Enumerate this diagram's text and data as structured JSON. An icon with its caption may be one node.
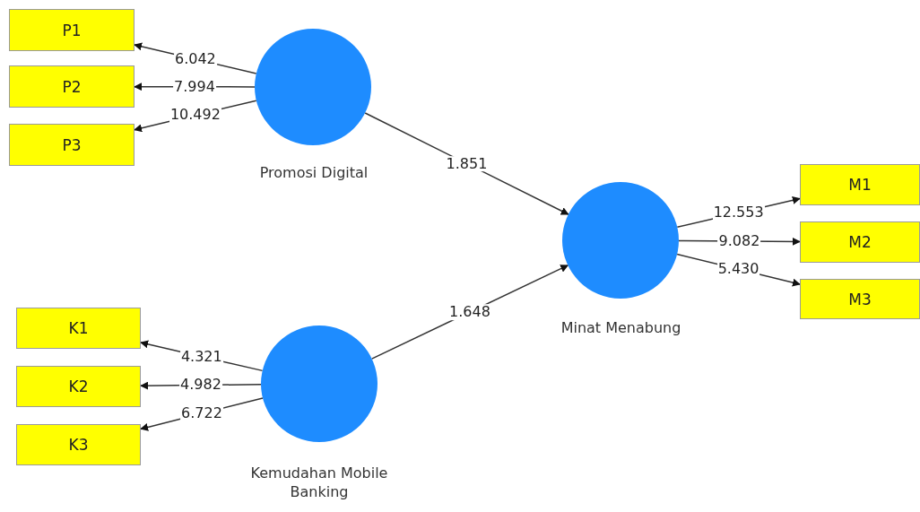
{
  "diagram": {
    "nodes": [
      {
        "text": [
          "P1"
        ]
      },
      {
        "text": [
          "P2"
        ]
      },
      {
        "text": [
          "P3"
        ]
      },
      {
        "text": [
          "Promosi Digital"
        ]
      },
      {
        "text": [
          "M1"
        ]
      },
      {
        "text": [
          "M2"
        ]
      },
      {
        "text": [
          "M3"
        ]
      },
      {
        "text": [
          "Minat Menabung"
        ]
      },
      {
        "text": [
          "K1"
        ]
      },
      {
        "text": [
          "K2"
        ]
      },
      {
        "text": [
          "K3"
        ]
      },
      {
        "text": [
          "Kemudahan Mobile Banking"
        ]
      }
    ],
    "edges": [
      {
        "from": 3,
        "to": 0,
        "arrow": "to",
        "label": "6.042"
      },
      {
        "from": 3,
        "to": 1,
        "arrow": "to",
        "label": "7.994"
      },
      {
        "from": 3,
        "to": 2,
        "arrow": "to",
        "label": "10.492"
      },
      {
        "from": 3,
        "to": 7,
        "arrow": "to",
        "label": "1.851"
      },
      {
        "from": 7,
        "to": 4,
        "arrow": "to",
        "label": "12.553"
      },
      {
        "from": 7,
        "to": 5,
        "arrow": "to",
        "label": "9.082"
      },
      {
        "from": 7,
        "to": 6,
        "arrow": "to",
        "label": "5.430"
      },
      {
        "from": 11,
        "to": 7,
        "arrow": "to",
        "label": "1.648"
      },
      {
        "from": 11,
        "to": 8,
        "arrow": "to",
        "label": "4.321"
      },
      {
        "from": 11,
        "to": 9,
        "arrow": "to",
        "label": "4.982"
      },
      {
        "from": 11,
        "to": 10,
        "arrow": "to",
        "label": "6.722"
      }
    ]
  }
}
